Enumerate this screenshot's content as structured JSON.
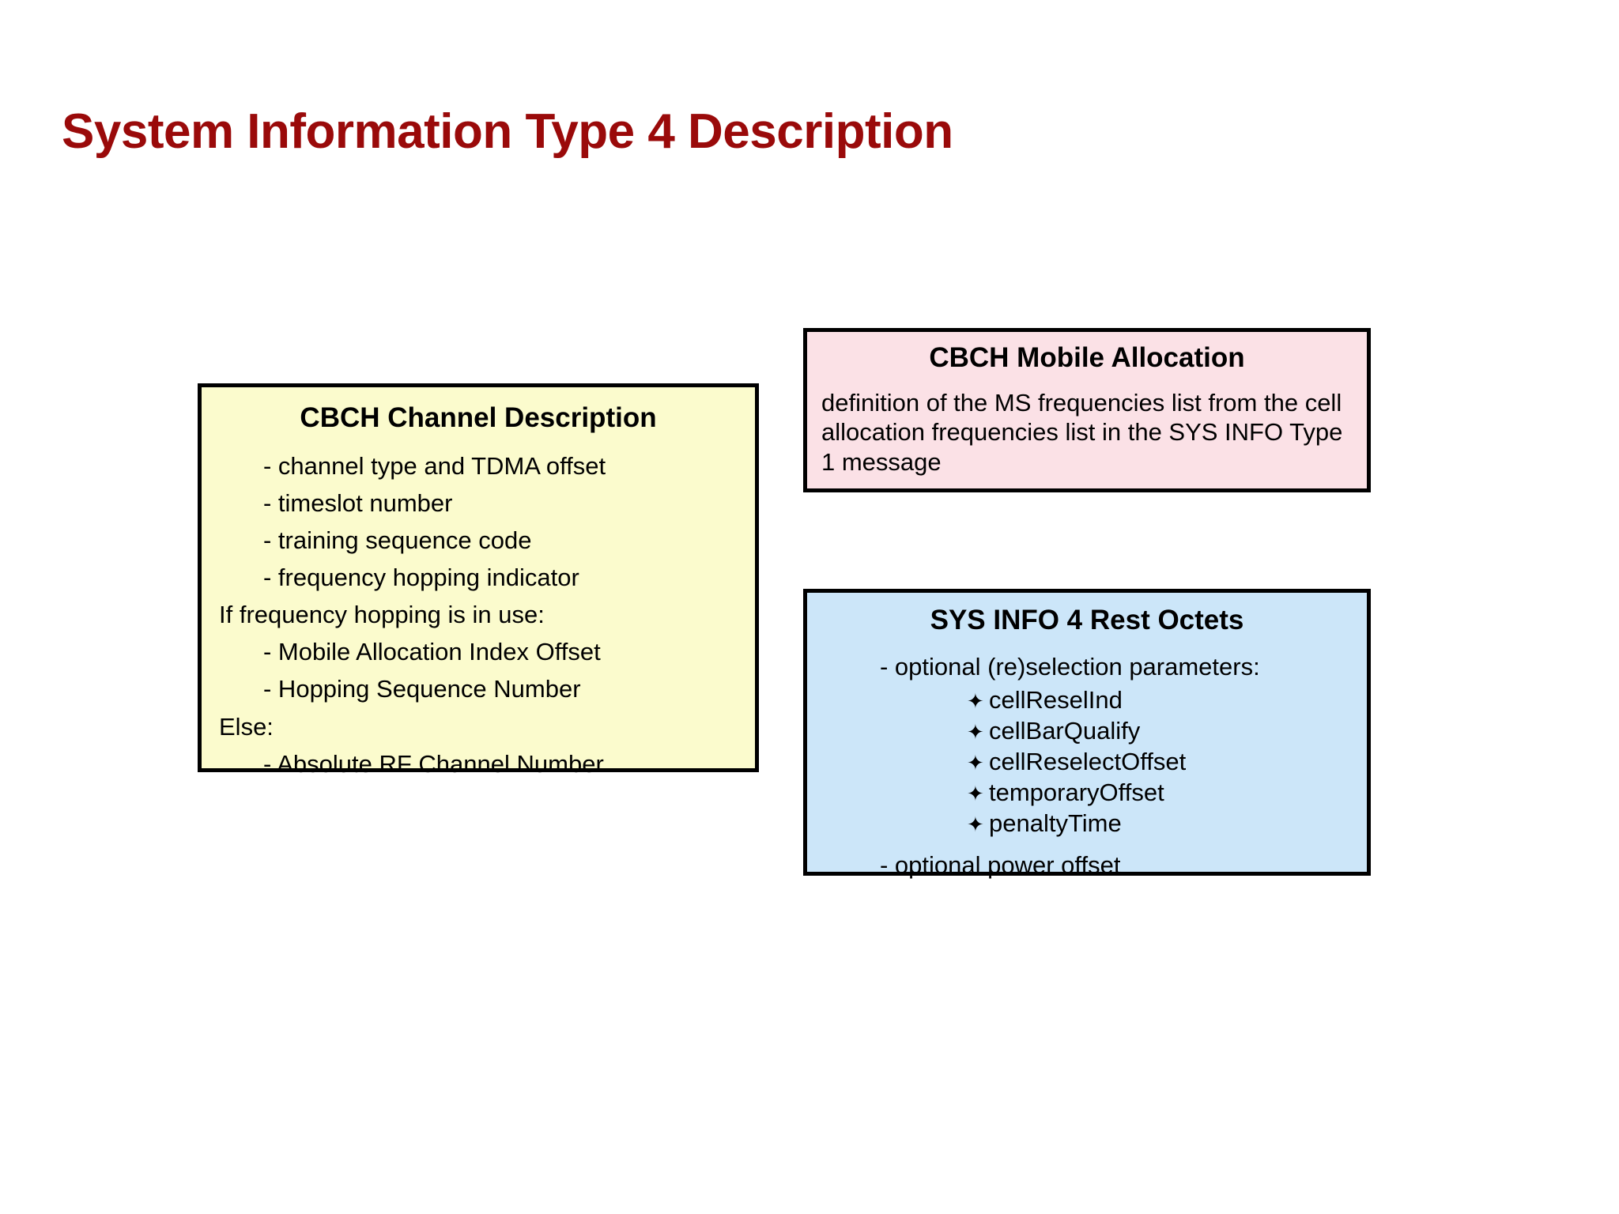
{
  "slide": {
    "title": "System Information Type 4 Description",
    "title_color": "#9a0a0a",
    "background_color": "#ffffff"
  },
  "boxes": {
    "cbch_channel_description": {
      "title": "CBCH Channel Description",
      "fill_color": "#fbfbcd",
      "border_color": "#000000",
      "items": [
        "- channel type and TDMA offset",
        "- timeslot number",
        "- training sequence code",
        "- frequency hopping indicator"
      ],
      "condition_if": "If frequency hopping is in use:",
      "if_items": [
        "- Mobile Allocation Index Offset",
        "- Hopping Sequence Number"
      ],
      "condition_else": "Else:",
      "else_items": [
        "- Absolute RF Channel Number"
      ]
    },
    "cbch_mobile_allocation": {
      "title": "CBCH Mobile Allocation",
      "fill_color": "#fbe1e6",
      "border_color": "#000000",
      "description": "definition of the MS frequencies list from the cell allocation frequencies list in the SYS INFO Type 1 message"
    },
    "sys_info_4_rest_octets": {
      "title": "SYS INFO 4 Rest Octets",
      "fill_color": "#cce6f9",
      "border_color": "#000000",
      "parameters_header": "- optional (re)selection parameters:",
      "bullet_glyph": "✦",
      "parameters": [
        "cellReselInd",
        "cellBarQualify",
        "cellReselectOffset",
        "temporaryOffset",
        "penaltyTime"
      ],
      "power_offset": "- optional power offset"
    }
  }
}
